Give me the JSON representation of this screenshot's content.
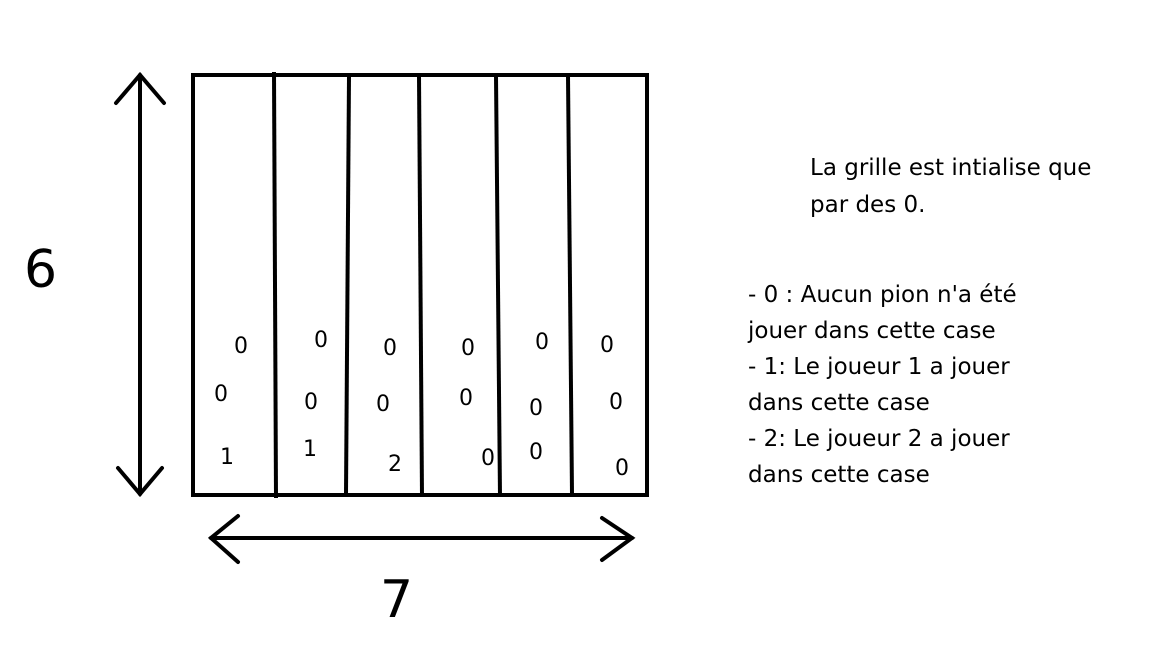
{
  "dimensions": {
    "rows": "6",
    "columns": "7"
  },
  "grid_values": [
    [
      "0",
      "0",
      "0",
      "0",
      "0",
      "0"
    ],
    [
      "0",
      "0",
      "0",
      "0",
      "0",
      "0"
    ],
    [
      "1",
      "1",
      "2",
      "0",
      "0",
      "0"
    ]
  ],
  "notes": {
    "intro_line1": "La grille est intialise que",
    "intro_line2": "par des 0.",
    "legend": [
      "- 0 : Aucun pion n'a été",
      "jouer dans cette case",
      "- 1: Le joueur 1 a jouer",
      "dans cette case",
      "- 2: Le joueur 2 a jouer",
      "dans cette case"
    ]
  }
}
